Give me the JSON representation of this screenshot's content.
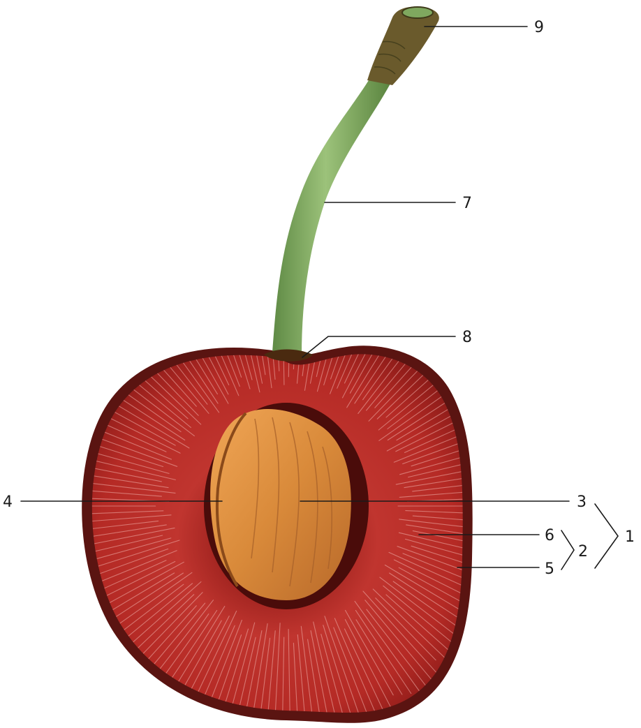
{
  "figure": {
    "subject": "cherry-cross-section",
    "colors": {
      "skin": "#5a1411",
      "flesh": "#b52a25",
      "flesh_dark": "#8a1b18",
      "pit": "#d98a3a",
      "pit_dark": "#a45e22",
      "stem": "#7fa85f",
      "stem_dark": "#4f7a3a",
      "stem_tip": "#6a5a2c",
      "line": "#1a1a1a"
    }
  },
  "labels": [
    {
      "id": "9",
      "text": "9"
    },
    {
      "id": "7",
      "text": "7"
    },
    {
      "id": "8",
      "text": "8"
    },
    {
      "id": "4",
      "text": "4"
    },
    {
      "id": "3",
      "text": "3"
    },
    {
      "id": "1",
      "text": "1"
    },
    {
      "id": "6",
      "text": "6"
    },
    {
      "id": "2",
      "text": "2"
    },
    {
      "id": "5",
      "text": "5"
    }
  ]
}
